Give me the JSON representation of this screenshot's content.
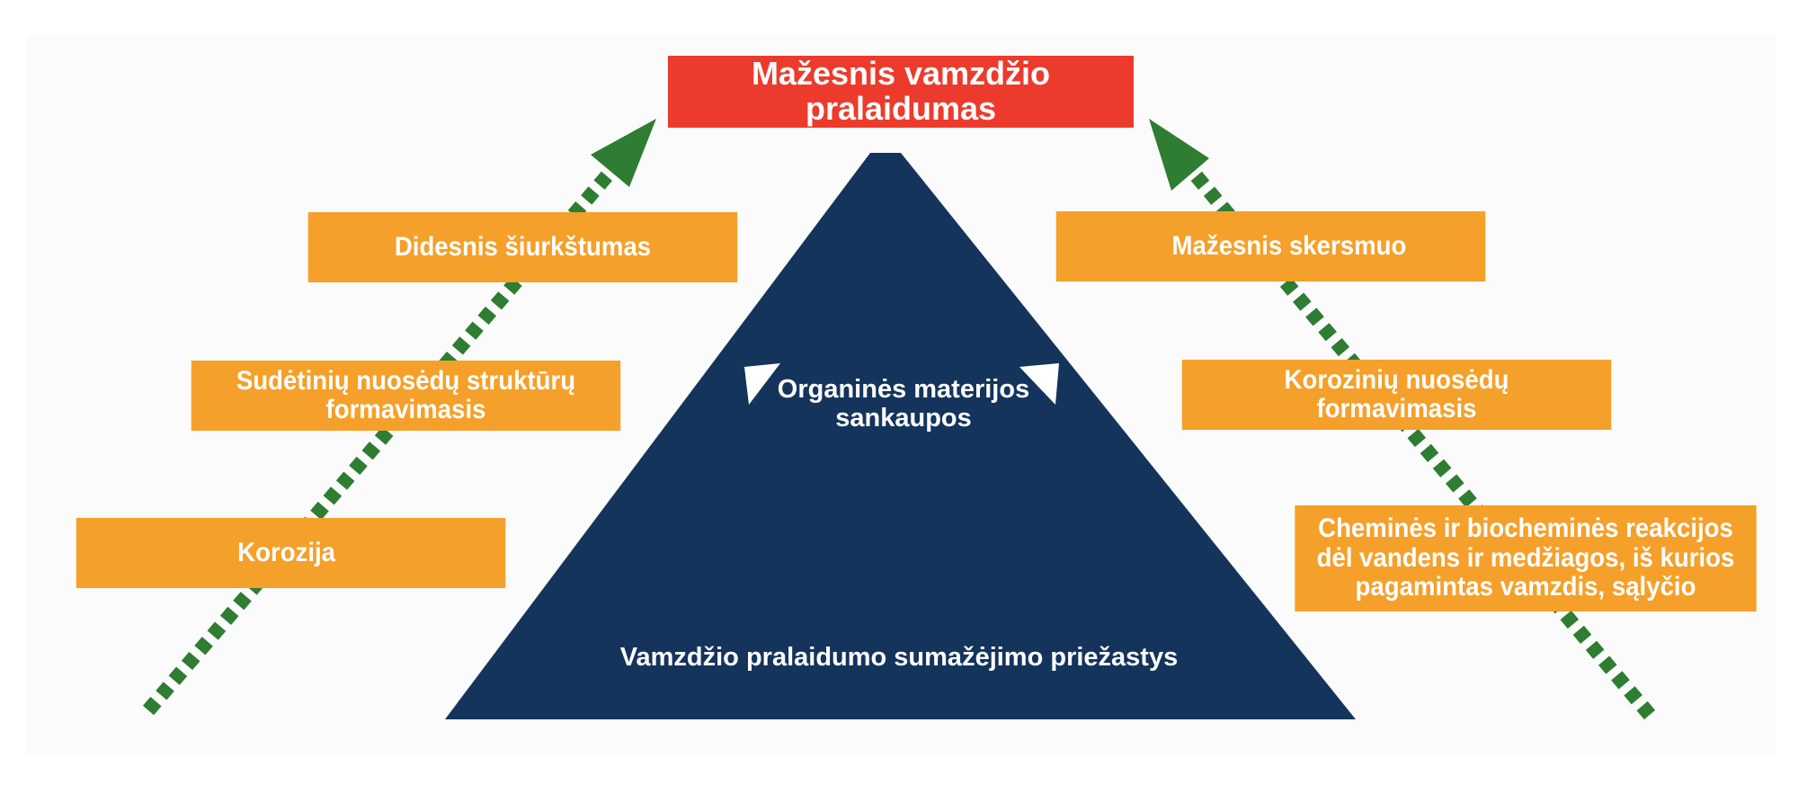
{
  "diagram": {
    "top_result": "Mažesnis vamzdžio pralaidumas",
    "left_factors": [
      "Didesnis šiurkštumas",
      "Sudėtinių nuosėdų struktūrų formavimasis",
      "Korozija"
    ],
    "right_factors": [
      "Mažesnis skersmuo",
      "Korozinių nuosėdų formavimasis",
      "Cheminės ir biocheminės reakcijos dėl vandens ir medžiagos, iš kurios pagamintas vamzdis, sąlyčio"
    ],
    "pyramid_inner_label": "Organinės materijos sankaupos",
    "pyramid_base_label": "Vamzdžio pralaidumo sumažėjimo priežastys"
  },
  "colors": {
    "orange": "#f5a02a",
    "red": "#ec3b2c",
    "pyramid": "#14345c",
    "arrow_green": "#2e7d32",
    "white": "#ffffff"
  }
}
